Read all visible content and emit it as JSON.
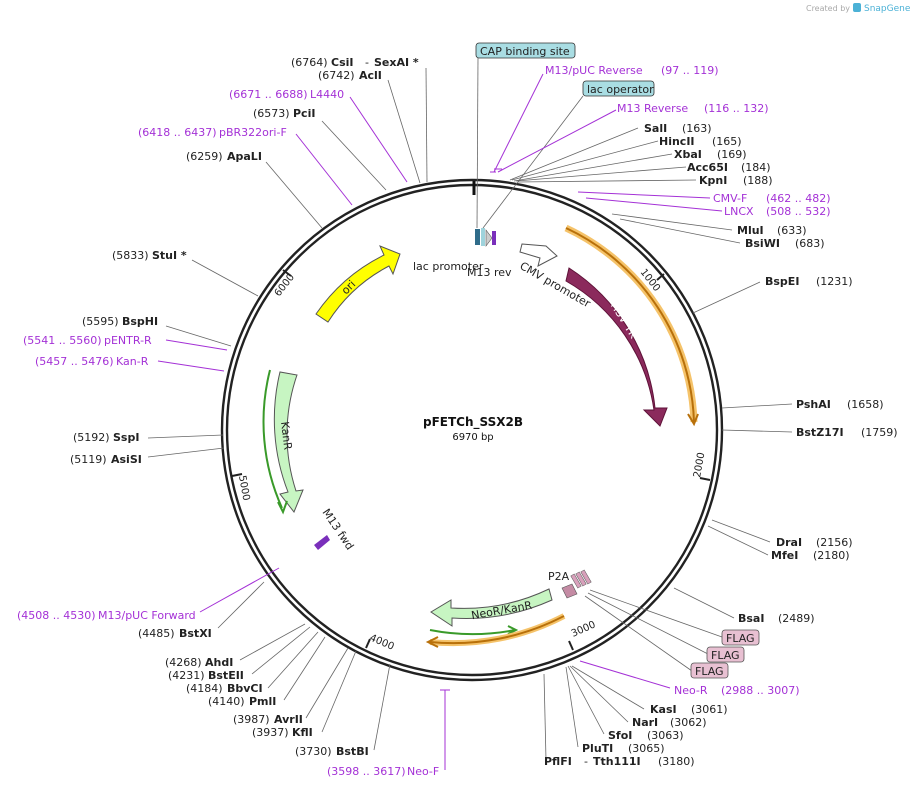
{
  "branding": {
    "created_by": "Created by",
    "app": "SnapGene"
  },
  "plasmid": {
    "name": "pFETCh_SSX2B",
    "size": "6970 bp",
    "total_bp": 6970
  },
  "ticks": [
    {
      "label": "1000"
    },
    {
      "label": "2000"
    },
    {
      "label": "3000"
    },
    {
      "label": "4000"
    },
    {
      "label": "5000"
    },
    {
      "label": "6000"
    }
  ],
  "features": {
    "ori": "ori",
    "hsvtk": "HSV TK",
    "kanr": "KanR",
    "neor": "NeoR/KanR",
    "cmv": "CMV promoter",
    "lac_promoter": "lac promoter",
    "m13rev": "M13 rev",
    "m13fwd": "M13 fwd",
    "p2a": "P2A",
    "cap": "CAP binding site",
    "lac_operator": "lac operator",
    "flag": "FLAG"
  },
  "sites_right": [
    {
      "name": "SalI",
      "pos": "(163)"
    },
    {
      "name": "HincII",
      "pos": "(165)"
    },
    {
      "name": "XbaI",
      "pos": "(169)"
    },
    {
      "name": "Acc65I",
      "pos": "(184)"
    },
    {
      "name": "KpnI",
      "pos": "(188)"
    },
    {
      "name": "MluI",
      "pos": "(633)"
    },
    {
      "name": "BsiWI",
      "pos": "(683)"
    },
    {
      "name": "BspEI",
      "pos": "(1231)"
    },
    {
      "name": "PshAI",
      "pos": "(1658)"
    },
    {
      "name": "BstZ17I",
      "pos": "(1759)"
    },
    {
      "name": "DraI",
      "pos": "(2156)"
    },
    {
      "name": "MfeI",
      "pos": "(2180)"
    },
    {
      "name": "BsaI",
      "pos": "(2489)"
    },
    {
      "name": "KasI",
      "pos": "(3061)"
    },
    {
      "name": "NarI",
      "pos": "(3062)"
    },
    {
      "name": "SfoI",
      "pos": "(3063)"
    },
    {
      "name": "PluTI",
      "pos": "(3065)"
    },
    {
      "name": "PflFI",
      "name2": "Tth111I",
      "pos": "(3180)"
    }
  ],
  "sites_left": [
    {
      "name": "CsiI",
      "name2": "SexAI *",
      "pos": "(6764)"
    },
    {
      "name": "AclI",
      "pos": "(6742)"
    },
    {
      "name": "PciI",
      "pos": "(6573)"
    },
    {
      "name": "ApaLI",
      "pos": "(6259)"
    },
    {
      "name": "StuI *",
      "pos": "(5833)"
    },
    {
      "name": "BspHI",
      "pos": "(5595)"
    },
    {
      "name": "SspI",
      "pos": "(5192)"
    },
    {
      "name": "AsiSI",
      "pos": "(5119)"
    },
    {
      "name": "BstXI",
      "pos": "(4485)"
    },
    {
      "name": "AhdI",
      "pos": "(4268)"
    },
    {
      "name": "BstEII",
      "pos": "(4231)"
    },
    {
      "name": "BbvCI",
      "pos": "(4184)"
    },
    {
      "name": "PmlI",
      "pos": "(4140)"
    },
    {
      "name": "AvrII",
      "pos": "(3987)"
    },
    {
      "name": "KflI",
      "pos": "(3937)"
    },
    {
      "name": "BstBI",
      "pos": "(3730)"
    }
  ],
  "primers": [
    {
      "name": "M13/pUC Reverse",
      "range": "(97 .. 119)"
    },
    {
      "name": "M13 Reverse",
      "range": "(116 .. 132)"
    },
    {
      "name": "CMV-F",
      "range": "(462 .. 482)"
    },
    {
      "name": "LNCX",
      "range": "(508 .. 532)"
    },
    {
      "name": "Neo-R",
      "range": "(2988 .. 3007)"
    },
    {
      "name": "Neo-F",
      "range": "(3598 .. 3617)"
    },
    {
      "name": "M13/pUC Forward",
      "range": "(4508 .. 4530)"
    },
    {
      "name": "Kan-R",
      "range": "(5457 .. 5476)"
    },
    {
      "name": "pENTR-R",
      "range": "(5541 .. 5560)"
    },
    {
      "name": "pBR322ori-F",
      "range": "(6418 .. 6437)"
    },
    {
      "name": "L4440",
      "range": "(6671 .. 6688)"
    }
  ]
}
